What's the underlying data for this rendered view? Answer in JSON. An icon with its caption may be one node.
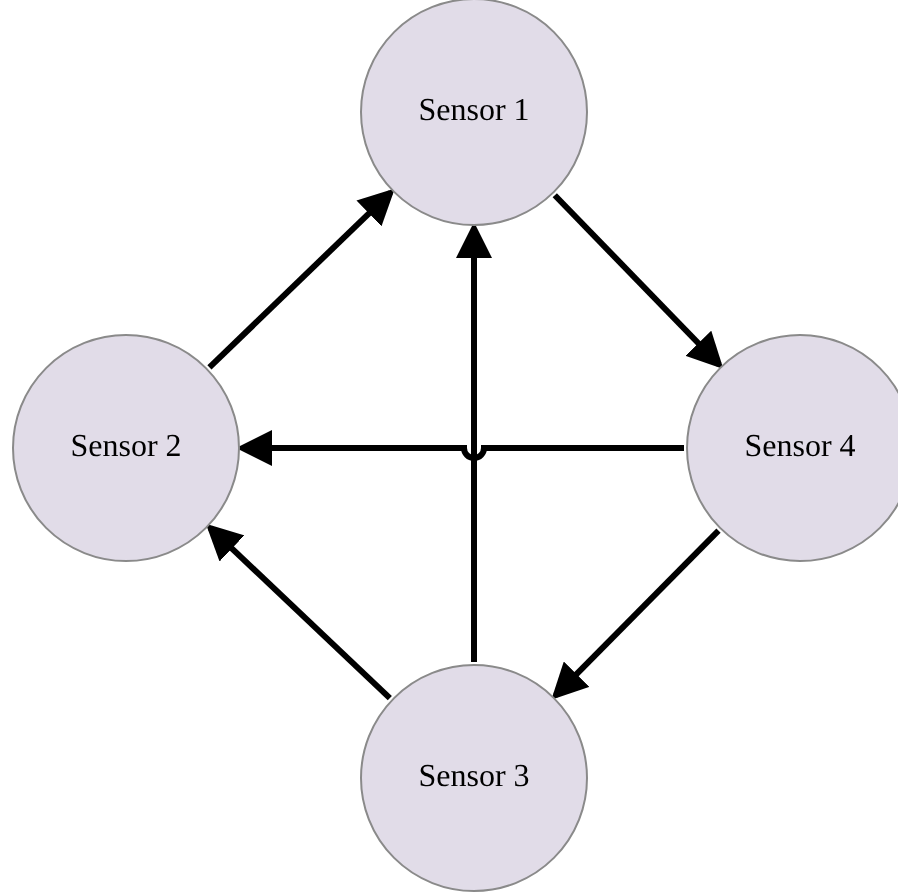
{
  "diagram": {
    "nodes": [
      {
        "text": [
          "Sensor 1"
        ]
      },
      {
        "text": [
          "Sensor 2"
        ]
      },
      {
        "text": [
          "Sensor 4"
        ]
      },
      {
        "text": [
          "Sensor 3"
        ]
      }
    ],
    "edges": [
      {
        "from": 1,
        "to": 0,
        "arrow": "to"
      },
      {
        "from": 0,
        "to": 2,
        "arrow": "to"
      },
      {
        "from": 2,
        "to": 1,
        "arrow": "to"
      },
      {
        "from": 3,
        "to": 0,
        "arrow": "to"
      },
      {
        "from": 2,
        "to": 3,
        "arrow": "to"
      },
      {
        "from": 3,
        "to": 1,
        "arrow": "to"
      }
    ]
  }
}
